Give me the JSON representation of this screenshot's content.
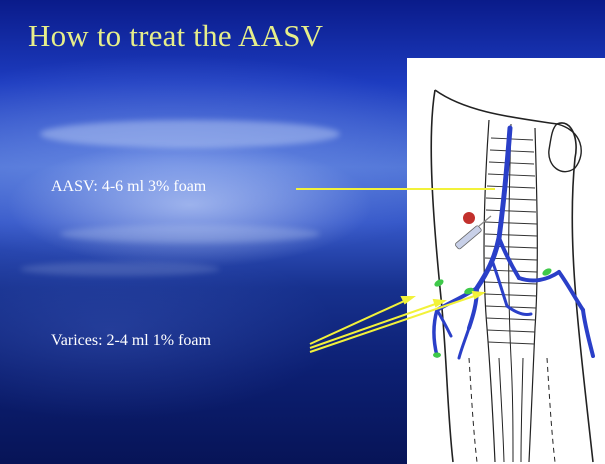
{
  "slide": {
    "title": "How to treat the AASV",
    "labels": {
      "aasv": "AASV: 4-6 ml 3% foam",
      "varices": "Varices: 2-4 ml 1% foam"
    }
  },
  "colors": {
    "title": "#e6ee8a",
    "arrow": "#f2f23a",
    "vein": "#2a3fc8",
    "injection": "#3fc94a",
    "background": "#1d3cc0"
  },
  "icons": {
    "syringe": "syringe-icon"
  }
}
